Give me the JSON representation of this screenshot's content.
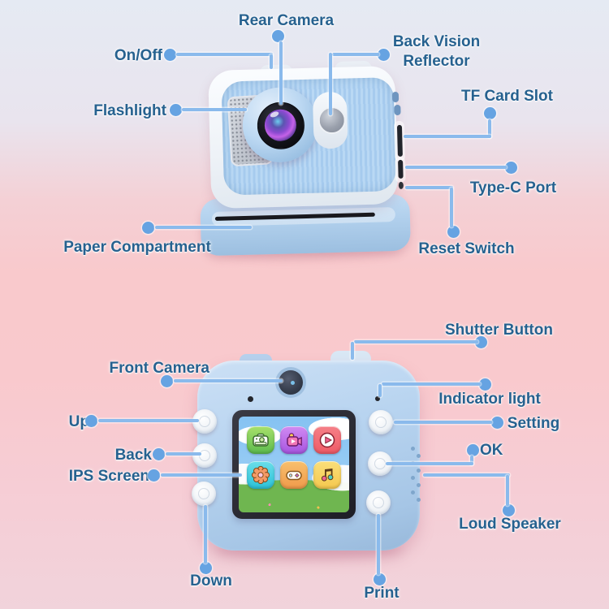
{
  "labels": {
    "rear_camera": "Rear Camera",
    "on_off": "On/Off",
    "back_vision": {
      "line1": "Back Vision",
      "line2": "Reflector"
    },
    "flashlight": "Flashlight",
    "tf_card_slot": "TF Card Slot",
    "type_c_port": "Type-C Port",
    "paper_compartment": "Paper Compartment",
    "reset_switch": "Reset Switch",
    "shutter_button": "Shutter Button",
    "front_camera": "Front Camera",
    "indicator_light": "Indicator light",
    "up": "Up",
    "setting": "Setting",
    "back": "Back",
    "ok": "OK",
    "ips_screen": "IPS Screen",
    "loud_speaker": "Loud Speaker",
    "down": "Down",
    "print": "Print"
  },
  "screen": {
    "app_icons": [
      {
        "name": "camera-app-icon",
        "tile_color": "#7ccb55"
      },
      {
        "name": "video-recorder-app-icon",
        "tile_color": "#bb6ae8"
      },
      {
        "name": "video-playback-app-icon",
        "tile_color": "#f2636e"
      },
      {
        "name": "flower-app-icon",
        "tile_color": "#3fcbdd"
      },
      {
        "name": "games-app-icon",
        "tile_color": "#f2a051"
      },
      {
        "name": "music-app-icon",
        "tile_color": "#f6cd55"
      }
    ]
  },
  "colors": {
    "label_text": "#26618f",
    "connector_line": "#8abaec",
    "connector_dot": "#66a3e2",
    "camera_body_blue": "#b7d4f0",
    "camera_body_white": "#f3f6fa",
    "background_top": "#e5eaf3",
    "background_middle": "#f9c9cc",
    "background_bottom": "#f1d3db",
    "screen_sky": "#85c2f2",
    "screen_grass": "#6fb650"
  }
}
